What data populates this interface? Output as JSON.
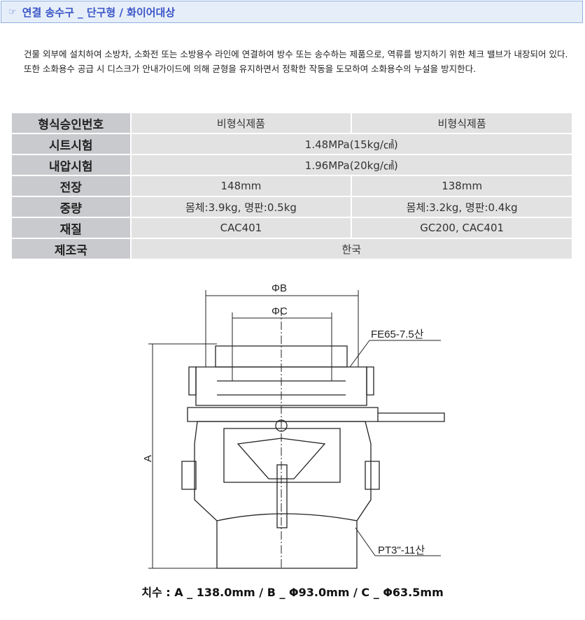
{
  "title": {
    "icon": "pointing-hand-icon",
    "text": "연결 송수구 _ 단구형 / 화이어대상"
  },
  "description": [
    "건물 외부에 설치하여 소방차, 소화전 또는 소방용수 라인에 연결하여 방수 또는 송수하는 제품으로, 역류를 방지하기 위한 체크 밸브가 내장되어 있다.",
    "또한 소화용수 공급 시 디스크가 안내가이드에 의해 균형을 유지하면서 정확한 작동을 도모하여 소화용수의 누설을 방지한다."
  ],
  "spec": [
    {
      "label": "형식승인번호",
      "values": [
        "비형식제품",
        "비형식제품"
      ]
    },
    {
      "label": "시트시험",
      "values": [
        "1.48MPa(15kg/㎠)"
      ]
    },
    {
      "label": "내압시험",
      "values": [
        "1.96MPa(20kg/㎠)"
      ]
    },
    {
      "label": "전장",
      "values": [
        "148mm",
        "138mm"
      ]
    },
    {
      "label": "중량",
      "values": [
        "몸체:3.9kg, 명판:0.5kg",
        "몸체:3.2kg, 명판:0.4kg"
      ]
    },
    {
      "label": "재질",
      "values": [
        "CAC401",
        "GC200, CAC401"
      ]
    },
    {
      "label": "제조국",
      "values": [
        "한국"
      ]
    }
  ],
  "diagram": {
    "dim_b": "ΦB",
    "dim_c": "ΦC",
    "dim_a": "A",
    "thread_top": "FE65-7.5산",
    "thread_bottom": "PT3\"-11산"
  },
  "caption": "치수 :  A _ 138.0mm / B _ Φ93.0mm / C _ Φ63.5mm"
}
